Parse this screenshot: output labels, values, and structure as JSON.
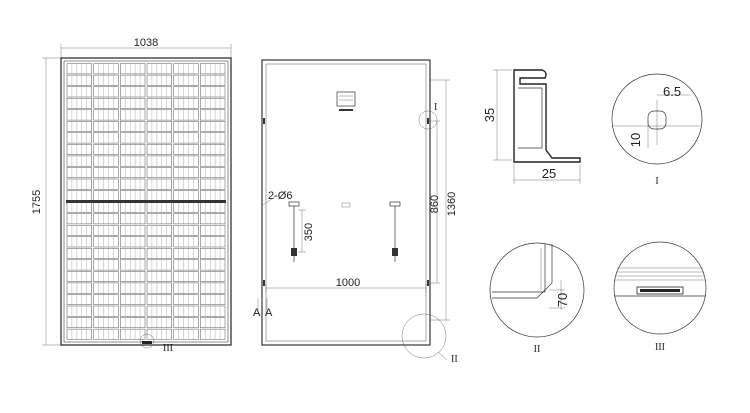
{
  "front_view": {
    "width_label": "1038",
    "height_label": "1755",
    "detail_callout": "III"
  },
  "rear_view": {
    "hole_label": "2-Ø6",
    "cable_label": "350",
    "mount_spacing_label": "1000",
    "hole_spacing_label": "860",
    "mount_height_label": "1360",
    "section_left": "A",
    "section_right": "A",
    "detail_callout_top": "I",
    "detail_callout_bottom": "II"
  },
  "frame_profile": {
    "height_label": "35",
    "width_label": "25"
  },
  "detail_i": {
    "label": "I",
    "hole_label": "6.5",
    "offset_label": "10"
  },
  "detail_ii": {
    "label": "II",
    "dim_label": "70"
  },
  "detail_iii": {
    "label": "III"
  }
}
